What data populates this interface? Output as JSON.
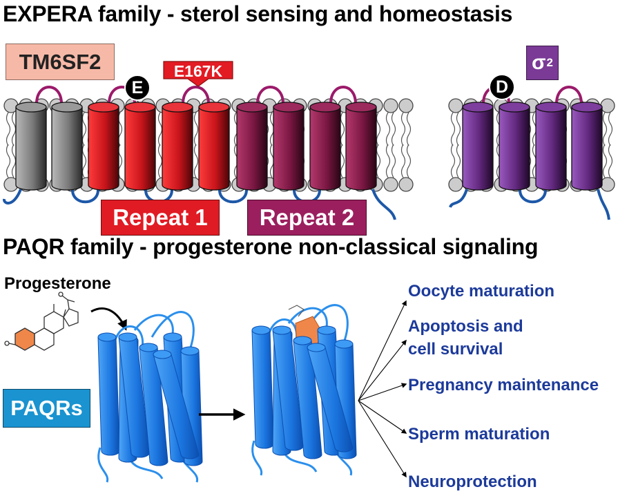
{
  "headings": {
    "expera": "EXPERA family - sterol sensing and homeostasis",
    "paqr": "PAQR family - progesterone non-classical signaling"
  },
  "labels": {
    "tm6sf2": "TM6SF2",
    "sigma_symbol": "σ",
    "sigma_subscript": "2",
    "mutation": "E167K",
    "residue_e": "E",
    "residue_d": "D",
    "repeat1": "Repeat 1",
    "repeat2": "Repeat 2",
    "progesterone": "Progesterone",
    "paqrs": "PAQRs"
  },
  "outcomes": [
    "Oocyte maturation",
    "Apoptosis and\ncell survival",
    "Pregnancy maintenance",
    "Sperm maturation",
    "Neuroprotection"
  ],
  "colors": {
    "helix_gray": "#6e6e6e",
    "helix_red": "#d91d24",
    "helix_maroon": "#8a1f4d",
    "helix_purple": "#6d2f8a",
    "loop_magenta": "#9b1a6a",
    "loop_blue": "#1d58a8",
    "lipid_head": "#cccccc",
    "paqr_blue": "#1e7fe0",
    "steroid_orange": "#f0874a",
    "outcome_text": "#1c3a9a"
  },
  "icons": {
    "ligand": "steroid-structure-icon",
    "arrow": "arrow-right-icon"
  }
}
